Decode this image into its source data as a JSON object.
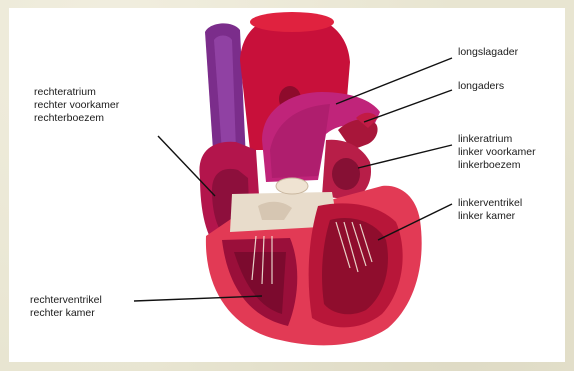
{
  "labels": {
    "right_atrium": {
      "line1": "rechteratrium",
      "line2": "rechter voorkamer",
      "line3": "rechterboezem"
    },
    "pulmonary_artery": "longslagader",
    "pulmonary_veins": "longaders",
    "left_atrium": {
      "line1": "linkeratrium",
      "line2": "linker voorkamer",
      "line3": "linkerboezem"
    },
    "left_ventricle": {
      "line1": "linkerventrikel",
      "line2": "linker kamer"
    },
    "right_ventricle": {
      "line1": "rechterventrikel",
      "line2": "rechter kamer"
    }
  },
  "colors": {
    "background": "#e8e5d1",
    "panel": "#ffffff",
    "aorta": "#c8103a",
    "vena_cava": "#7b2d8b",
    "pulmonary_artery": "#c0247a",
    "muscle_outer": "#e23a55",
    "muscle_inner": "#a3113a",
    "valve": "#e8dccb"
  }
}
